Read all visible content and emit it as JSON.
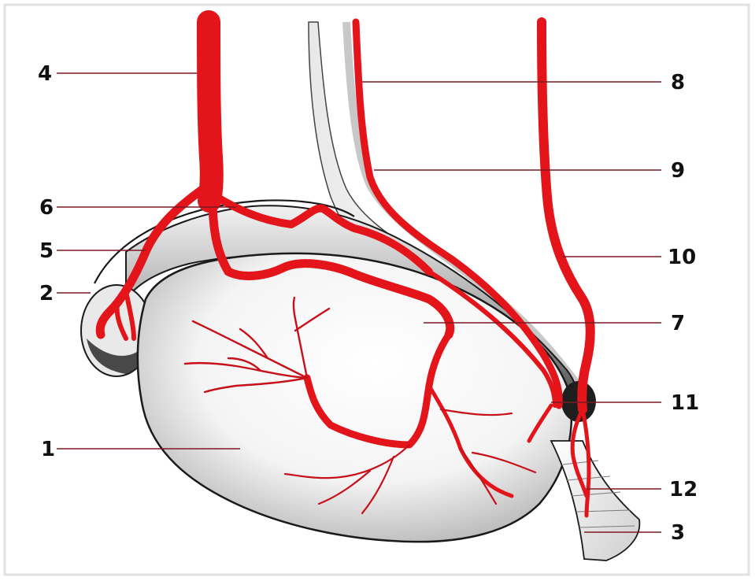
{
  "colors": {
    "artery": "#e4141b",
    "artery_dark": "#b30c12",
    "leader": "#7a1a22",
    "outline": "#1a1a1a",
    "shade": "#8c8c8c",
    "frame_shadow": "#d9d9d9"
  },
  "labels": [
    {
      "id": "label-1",
      "text": "1"
    },
    {
      "id": "label-2",
      "text": "2"
    },
    {
      "id": "label-3",
      "text": "3"
    },
    {
      "id": "label-4",
      "text": "4"
    },
    {
      "id": "label-5",
      "text": "5"
    },
    {
      "id": "label-6",
      "text": "6"
    },
    {
      "id": "label-7",
      "text": "7"
    },
    {
      "id": "label-8",
      "text": "8"
    },
    {
      "id": "label-9",
      "text": "9"
    },
    {
      "id": "label-10",
      "text": "10"
    },
    {
      "id": "label-11",
      "text": "11"
    },
    {
      "id": "label-12",
      "text": "12"
    }
  ]
}
